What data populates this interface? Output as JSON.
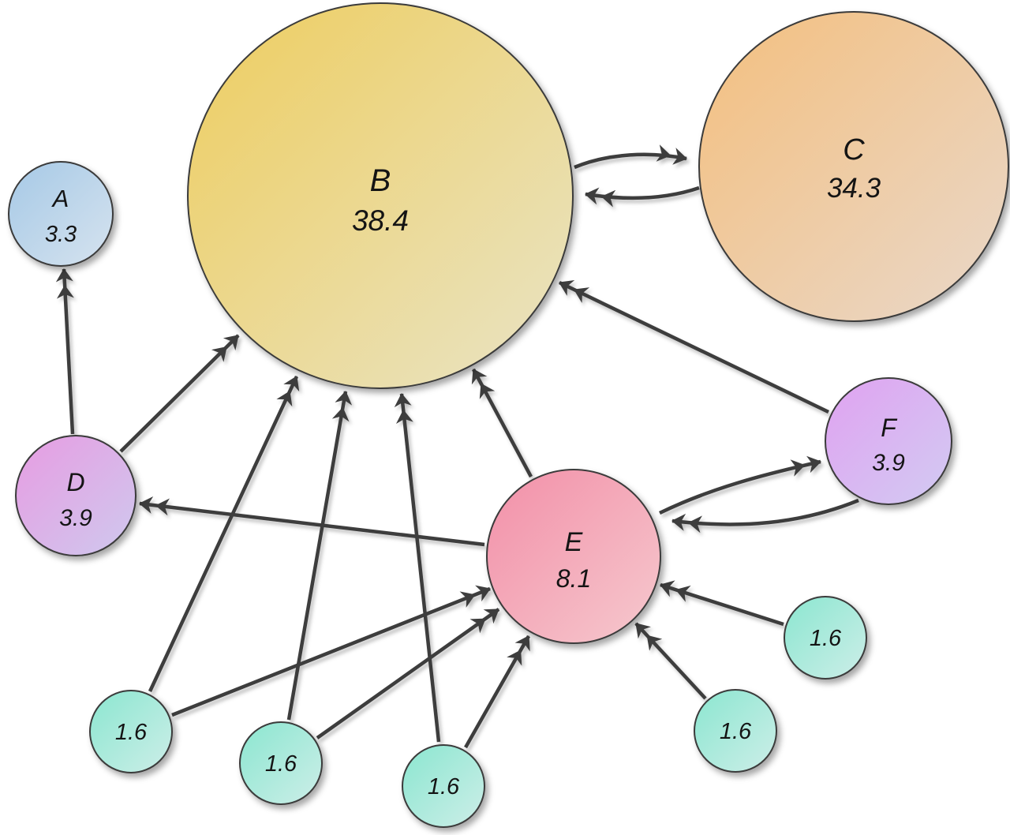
{
  "graph": {
    "nodes": {
      "A": {
        "label": "A",
        "value": "3.3"
      },
      "B": {
        "label": "B",
        "value": "38.4"
      },
      "C": {
        "label": "C",
        "value": "34.3"
      },
      "D": {
        "label": "D",
        "value": "3.9"
      },
      "E": {
        "label": "E",
        "value": "8.1"
      },
      "F": {
        "label": "F",
        "value": "3.9"
      },
      "small1": {
        "value": "1.6"
      },
      "small2": {
        "value": "1.6"
      },
      "small3": {
        "value": "1.6"
      },
      "small4": {
        "value": "1.6"
      },
      "small5": {
        "value": "1.6"
      }
    },
    "edges": [
      {
        "from": "B",
        "to": "C"
      },
      {
        "from": "C",
        "to": "B"
      },
      {
        "from": "D",
        "to": "A"
      },
      {
        "from": "D",
        "to": "B"
      },
      {
        "from": "E",
        "to": "B"
      },
      {
        "from": "E",
        "to": "D"
      },
      {
        "from": "E",
        "to": "F"
      },
      {
        "from": "F",
        "to": "B"
      },
      {
        "from": "F",
        "to": "E"
      },
      {
        "from": "small1",
        "to": "B"
      },
      {
        "from": "small1",
        "to": "E"
      },
      {
        "from": "small2",
        "to": "B"
      },
      {
        "from": "small2",
        "to": "E"
      },
      {
        "from": "small3",
        "to": "B"
      },
      {
        "from": "small3",
        "to": "E"
      },
      {
        "from": "small4",
        "to": "E"
      },
      {
        "from": "small5",
        "to": "E"
      }
    ],
    "colors": {
      "A": {
        "from": "#a6c9e6",
        "to": "#d6e3ef"
      },
      "B": {
        "from": "#eecd5e",
        "to": "#e9e4c6"
      },
      "C": {
        "from": "#f4bf7e",
        "to": "#e9d8ca"
      },
      "D": {
        "from": "#e79ce2",
        "to": "#cfc9ee"
      },
      "E": {
        "from": "#f28fa8",
        "to": "#f6c9ce"
      },
      "F": {
        "from": "#e0a2f1",
        "to": "#d2cbf2"
      },
      "small": {
        "from": "#8be6d0",
        "to": "#cdeee8"
      },
      "edge": "#3c3c3c",
      "outline": "#3a3a3a",
      "background": "#ffffff"
    }
  }
}
